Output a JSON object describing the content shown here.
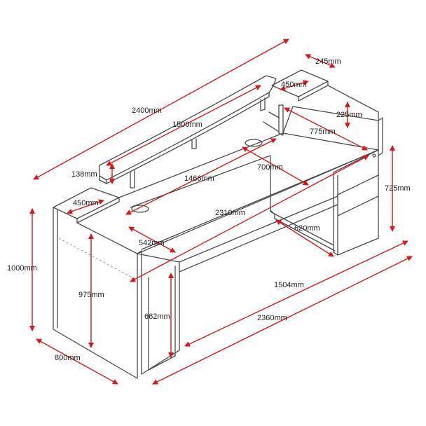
{
  "dimensions": {
    "overall_length": "2400mm",
    "top_shelf_depth": "245mm",
    "shelf_side_depth_right": "450mm",
    "shelf_length": "1500mm",
    "shelf_height": "225mm",
    "shelf_inner_span": "775mm",
    "desk_inner_depth": "700mm",
    "shelf_thickness": "138mm",
    "shelf_inner_length": "1466mm",
    "shelf_side_depth_left": "450mm",
    "desk_length": "2310mm",
    "desk_height": "725mm",
    "pedestal_depth": "620mm",
    "return_depth": "542mm",
    "overall_height": "1000mm",
    "inner_height": "975mm",
    "under_desk_length": "1504mm",
    "panel_height": "662mm",
    "base_length": "2360mm",
    "overall_depth": "800mm"
  },
  "colors": {
    "dimension_arrow": "#d2191e",
    "outline": "#4a4a4a"
  }
}
